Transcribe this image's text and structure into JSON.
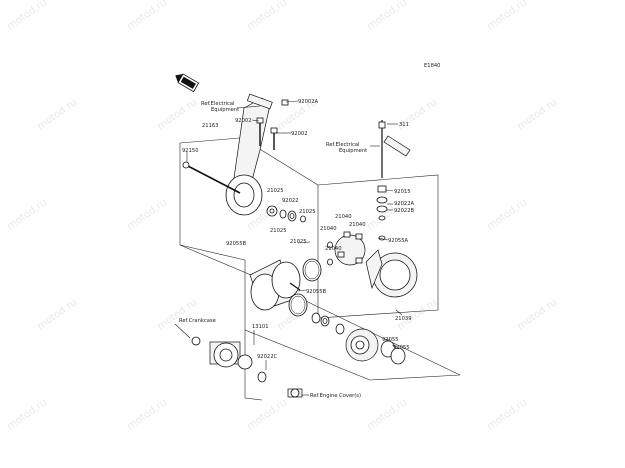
{
  "watermark": "motod.ru",
  "diagram_id": "E1840",
  "parts": {
    "p92002a": "92002A",
    "ref_elec_1_line1": "Ref.Electrical",
    "ref_elec_1_line2": "Equipment",
    "p92002_a": "92002",
    "p92002_b": "92002",
    "p21163": "21163",
    "p92150": "92150",
    "p311": "311",
    "ref_elec_2_line1": "Ref.Electrical",
    "ref_elec_2_line2": "Equipment",
    "p92015": "92015",
    "p92022a": "92022A",
    "p92022b": "92022B",
    "p21025_a": "21025",
    "p92022": "92022",
    "p21025_b": "21025",
    "p21025_c": "21025",
    "p21025_d": "21025",
    "p21040_a": "21040",
    "p21040_b": "21040",
    "p21040_c": "21040",
    "p21040_d": "21040",
    "p92055a": "92055A",
    "p92055b_a": "92055B",
    "p92055b_b": "92055B",
    "p21039": "21039",
    "ref_crankcase": "Ref.Crankcase",
    "p13101": "13101",
    "p92022c": "92022C",
    "p92055_a": "92055",
    "p92055_b": "92055",
    "ref_engine_cover": "Ref.Engine Cover(s)"
  },
  "icons": {
    "front_arrow": "front-arrow-icon"
  }
}
